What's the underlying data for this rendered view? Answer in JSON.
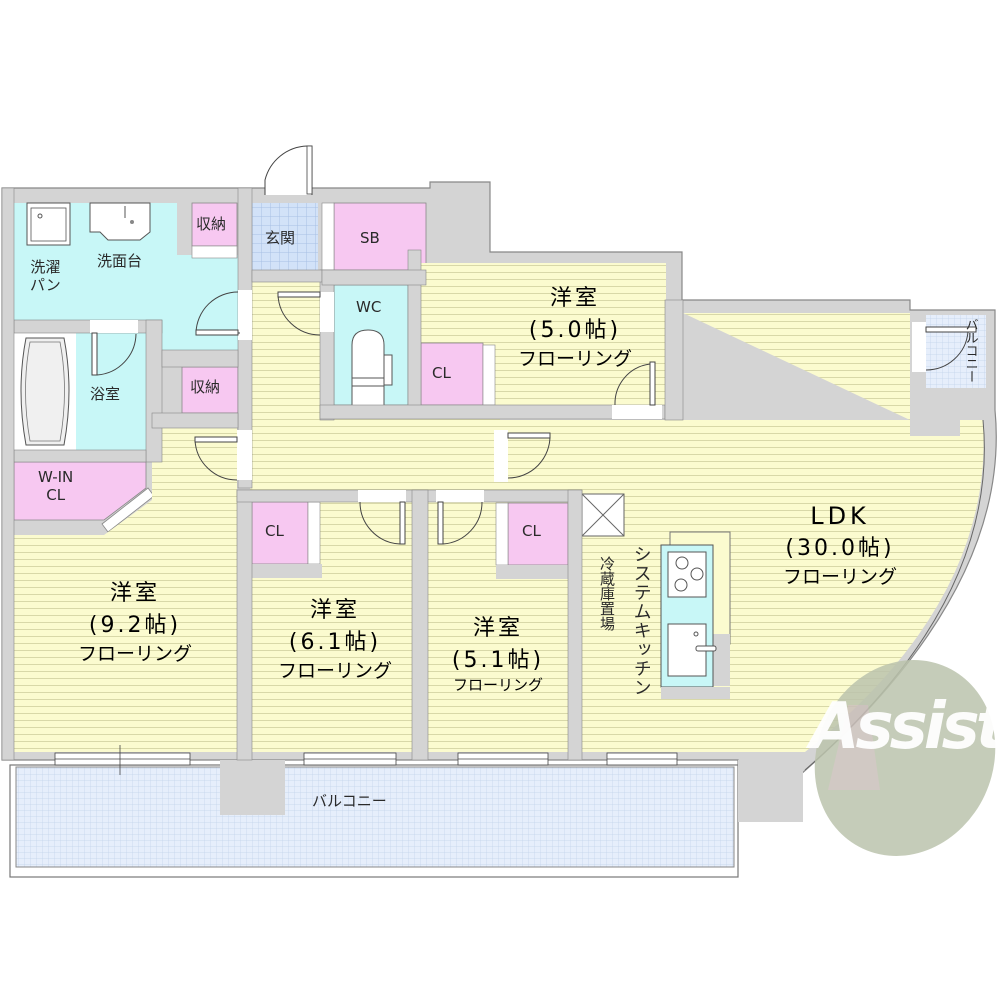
{
  "floor_plan": {
    "rooms": {
      "laundry": {
        "label_line1": "洗濯",
        "label_line2": "パン"
      },
      "washstand": {
        "label": "洗面台"
      },
      "storage_top": {
        "label": "収納"
      },
      "entrance": {
        "label": "玄関"
      },
      "shoe_box": {
        "label": "SB"
      },
      "wc": {
        "label": "WC"
      },
      "bath": {
        "label": "浴室"
      },
      "storage_mid": {
        "label": "収納"
      },
      "walk_in_closet": {
        "label_line1": "W-IN",
        "label_line2": "CL"
      },
      "western_5_0": {
        "name": "洋室",
        "size": "(5.0帖)",
        "floor": "フローリング"
      },
      "closet_5_0": {
        "label": "CL"
      },
      "western_9_2": {
        "name": "洋室",
        "size": "(9.2帖)",
        "floor": "フローリング"
      },
      "western_6_1": {
        "name": "洋室",
        "size": "(6.1帖)",
        "floor": "フローリング"
      },
      "closet_6_1": {
        "label": "CL"
      },
      "western_5_1": {
        "name": "洋室",
        "size": "(5.1帖)",
        "floor": "フローリング"
      },
      "closet_5_1": {
        "label": "CL"
      },
      "fridge_space": {
        "label": "冷蔵庫置場"
      },
      "system_kitchen": {
        "label": "システムキッチン"
      },
      "ldk": {
        "name": "LDK",
        "size": "(30.0帖)",
        "floor": "フローリング"
      },
      "balcony_main": {
        "label": "バルコニー"
      },
      "balcony_side": {
        "label": "バルコニー"
      }
    },
    "watermark": {
      "text": "Assist"
    },
    "colors": {
      "wall": "#d4d4d4",
      "flooring": "#fbfbcf",
      "wet_area": "#c8f7f7",
      "storage": "#f7c8f1",
      "balcony": "#e4eefa",
      "logo_circle": "#bcc4ad"
    }
  }
}
